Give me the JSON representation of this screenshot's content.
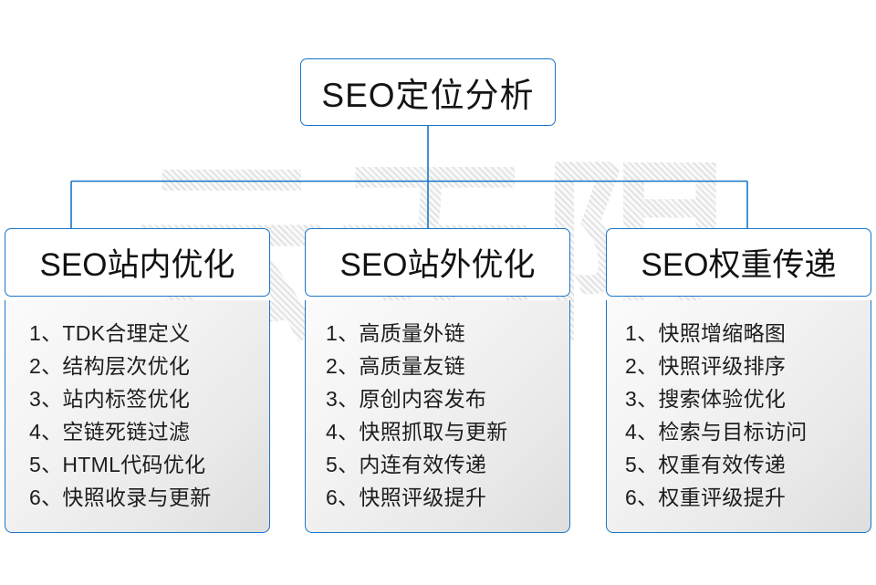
{
  "diagram": {
    "root": {
      "label": "SEO定位分析"
    },
    "branches": [
      {
        "header": "SEO站内优化",
        "items": [
          "1、TDK合理定义",
          "2、结构层次优化",
          "3、站内标签优化",
          "4、空链死链过滤",
          "5、HTML代码优化",
          "6、快照收录与更新"
        ]
      },
      {
        "header": "SEO站外优化",
        "items": [
          "1、高质量外链",
          "2、高质量友链",
          "3、原创内容发布",
          "4、快照抓取与更新",
          "5、内连有效传递",
          "6、快照评级提升"
        ]
      },
      {
        "header": "SEO权重传递",
        "items": [
          "1、快照增缩略图",
          "2、快照评级排序",
          "3、搜索体验优化",
          "4、检索与目标访问",
          "5、权重有效传递",
          "6、权重评级提升"
        ]
      }
    ],
    "watermark": "云无限",
    "colors": {
      "border": "#1a76c9",
      "connector": "#1a76c9",
      "text": "#141414",
      "background": "#ffffff",
      "panel_gradient_start": "#fbfbfb",
      "panel_gradient_end": "#dedede",
      "watermark": "#e3e3e3"
    }
  }
}
